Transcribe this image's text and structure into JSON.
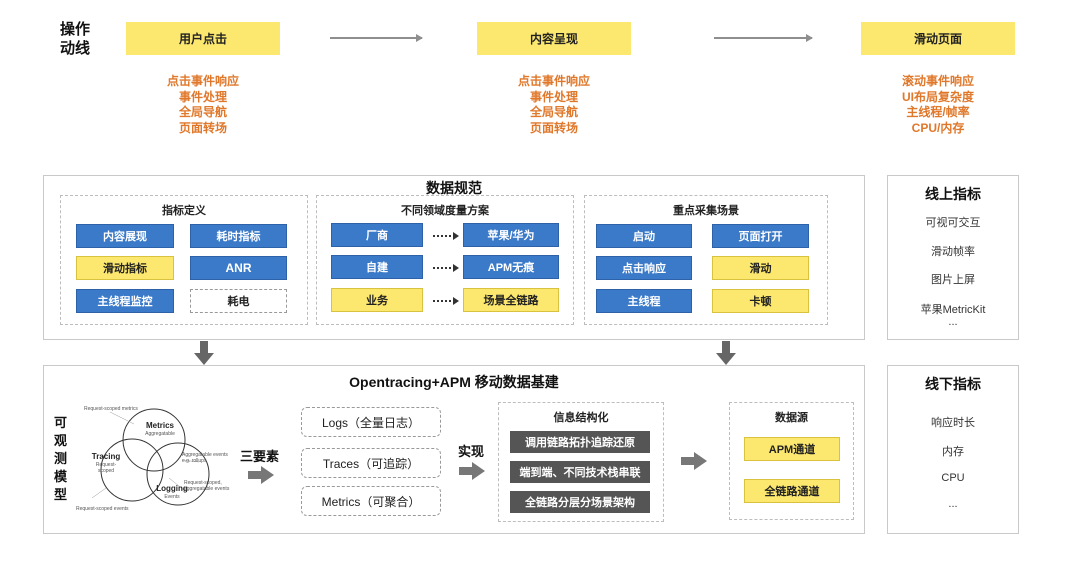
{
  "flow": {
    "label": "操作\n动线",
    "steps": [
      {
        "title": "用户点击",
        "notes": [
          "点击事件响应",
          "事件处理",
          "全局导航",
          "页面转场"
        ]
      },
      {
        "title": "内容呈现",
        "notes": [
          "点击事件响应",
          "事件处理",
          "全局导航",
          "页面转场"
        ]
      },
      {
        "title": "滑动页面",
        "notes": [
          "滚动事件响应",
          "UI布局复杂度",
          "主线程/帧率",
          "CPU/内存"
        ]
      }
    ]
  },
  "spec": {
    "title": "数据规范",
    "metrics": {
      "title": "指标定义",
      "items": [
        {
          "label": "内容展现",
          "style": "blue"
        },
        {
          "label": "耗时指标",
          "style": "blue"
        },
        {
          "label": "滑动指标",
          "style": "yellow"
        },
        {
          "label": "ANR",
          "style": "blue"
        },
        {
          "label": "主线程监控",
          "style": "blue"
        },
        {
          "label": "耗电",
          "style": "white"
        }
      ]
    },
    "domains": {
      "title": "不同领域度量方案",
      "rows": [
        {
          "left": "厂商",
          "right": "苹果/华为",
          "left_style": "blue",
          "right_style": "blue"
        },
        {
          "left": "自建",
          "right": "APM无痕",
          "left_style": "blue",
          "right_style": "blue"
        },
        {
          "left": "业务",
          "right": "场景全链路",
          "left_style": "yellow",
          "right_style": "yellow"
        }
      ]
    },
    "scenes": {
      "title": "重点采集场景",
      "items": [
        {
          "label": "启动",
          "style": "blue"
        },
        {
          "label": "页面打开",
          "style": "blue"
        },
        {
          "label": "点击响应",
          "style": "blue"
        },
        {
          "label": "滑动",
          "style": "yellow"
        },
        {
          "label": "主线程",
          "style": "blue"
        },
        {
          "label": "卡顿",
          "style": "yellow"
        }
      ]
    }
  },
  "online": {
    "title": "线上指标",
    "items": [
      "可视可交互",
      "滑动帧率",
      "图片上屏",
      "苹果MetricKit",
      "..."
    ]
  },
  "offline": {
    "title": "线下指标",
    "items": [
      "响应时长",
      "内存",
      "CPU",
      "..."
    ]
  },
  "infra": {
    "title": "Opentracing+APM 移动数据基建",
    "observe_label": "可\n观\n测\n模\n型",
    "venn": {
      "circles": [
        "Metrics",
        "Tracing",
        "Logging"
      ],
      "circle_subs": [
        "Aggregatable",
        "Request-scoped",
        "Events"
      ],
      "notes": [
        "Request-scoped metrics",
        "Aggregatable events e.g. rollups",
        "Request-scoped, aggregatable events",
        "Request-scoped events"
      ]
    },
    "three_label": "三要素",
    "elements": [
      "Logs（全量日志）",
      "Traces（可追踪）",
      "Metrics（可聚合）"
    ],
    "impl_label": "实现",
    "structure": {
      "title": "信息结构化",
      "items": [
        "调用链路拓扑追踪还原",
        "端到端、不同技术栈串联",
        "全链路分层分场景架构"
      ]
    },
    "sources": {
      "title": "数据源",
      "items": [
        "APM通道",
        "全链路通道"
      ]
    }
  },
  "colors": {
    "blue": "#3a7ac9",
    "yellow": "#fce86e",
    "orange": "#e0782b",
    "grey_btn": "#555555"
  }
}
